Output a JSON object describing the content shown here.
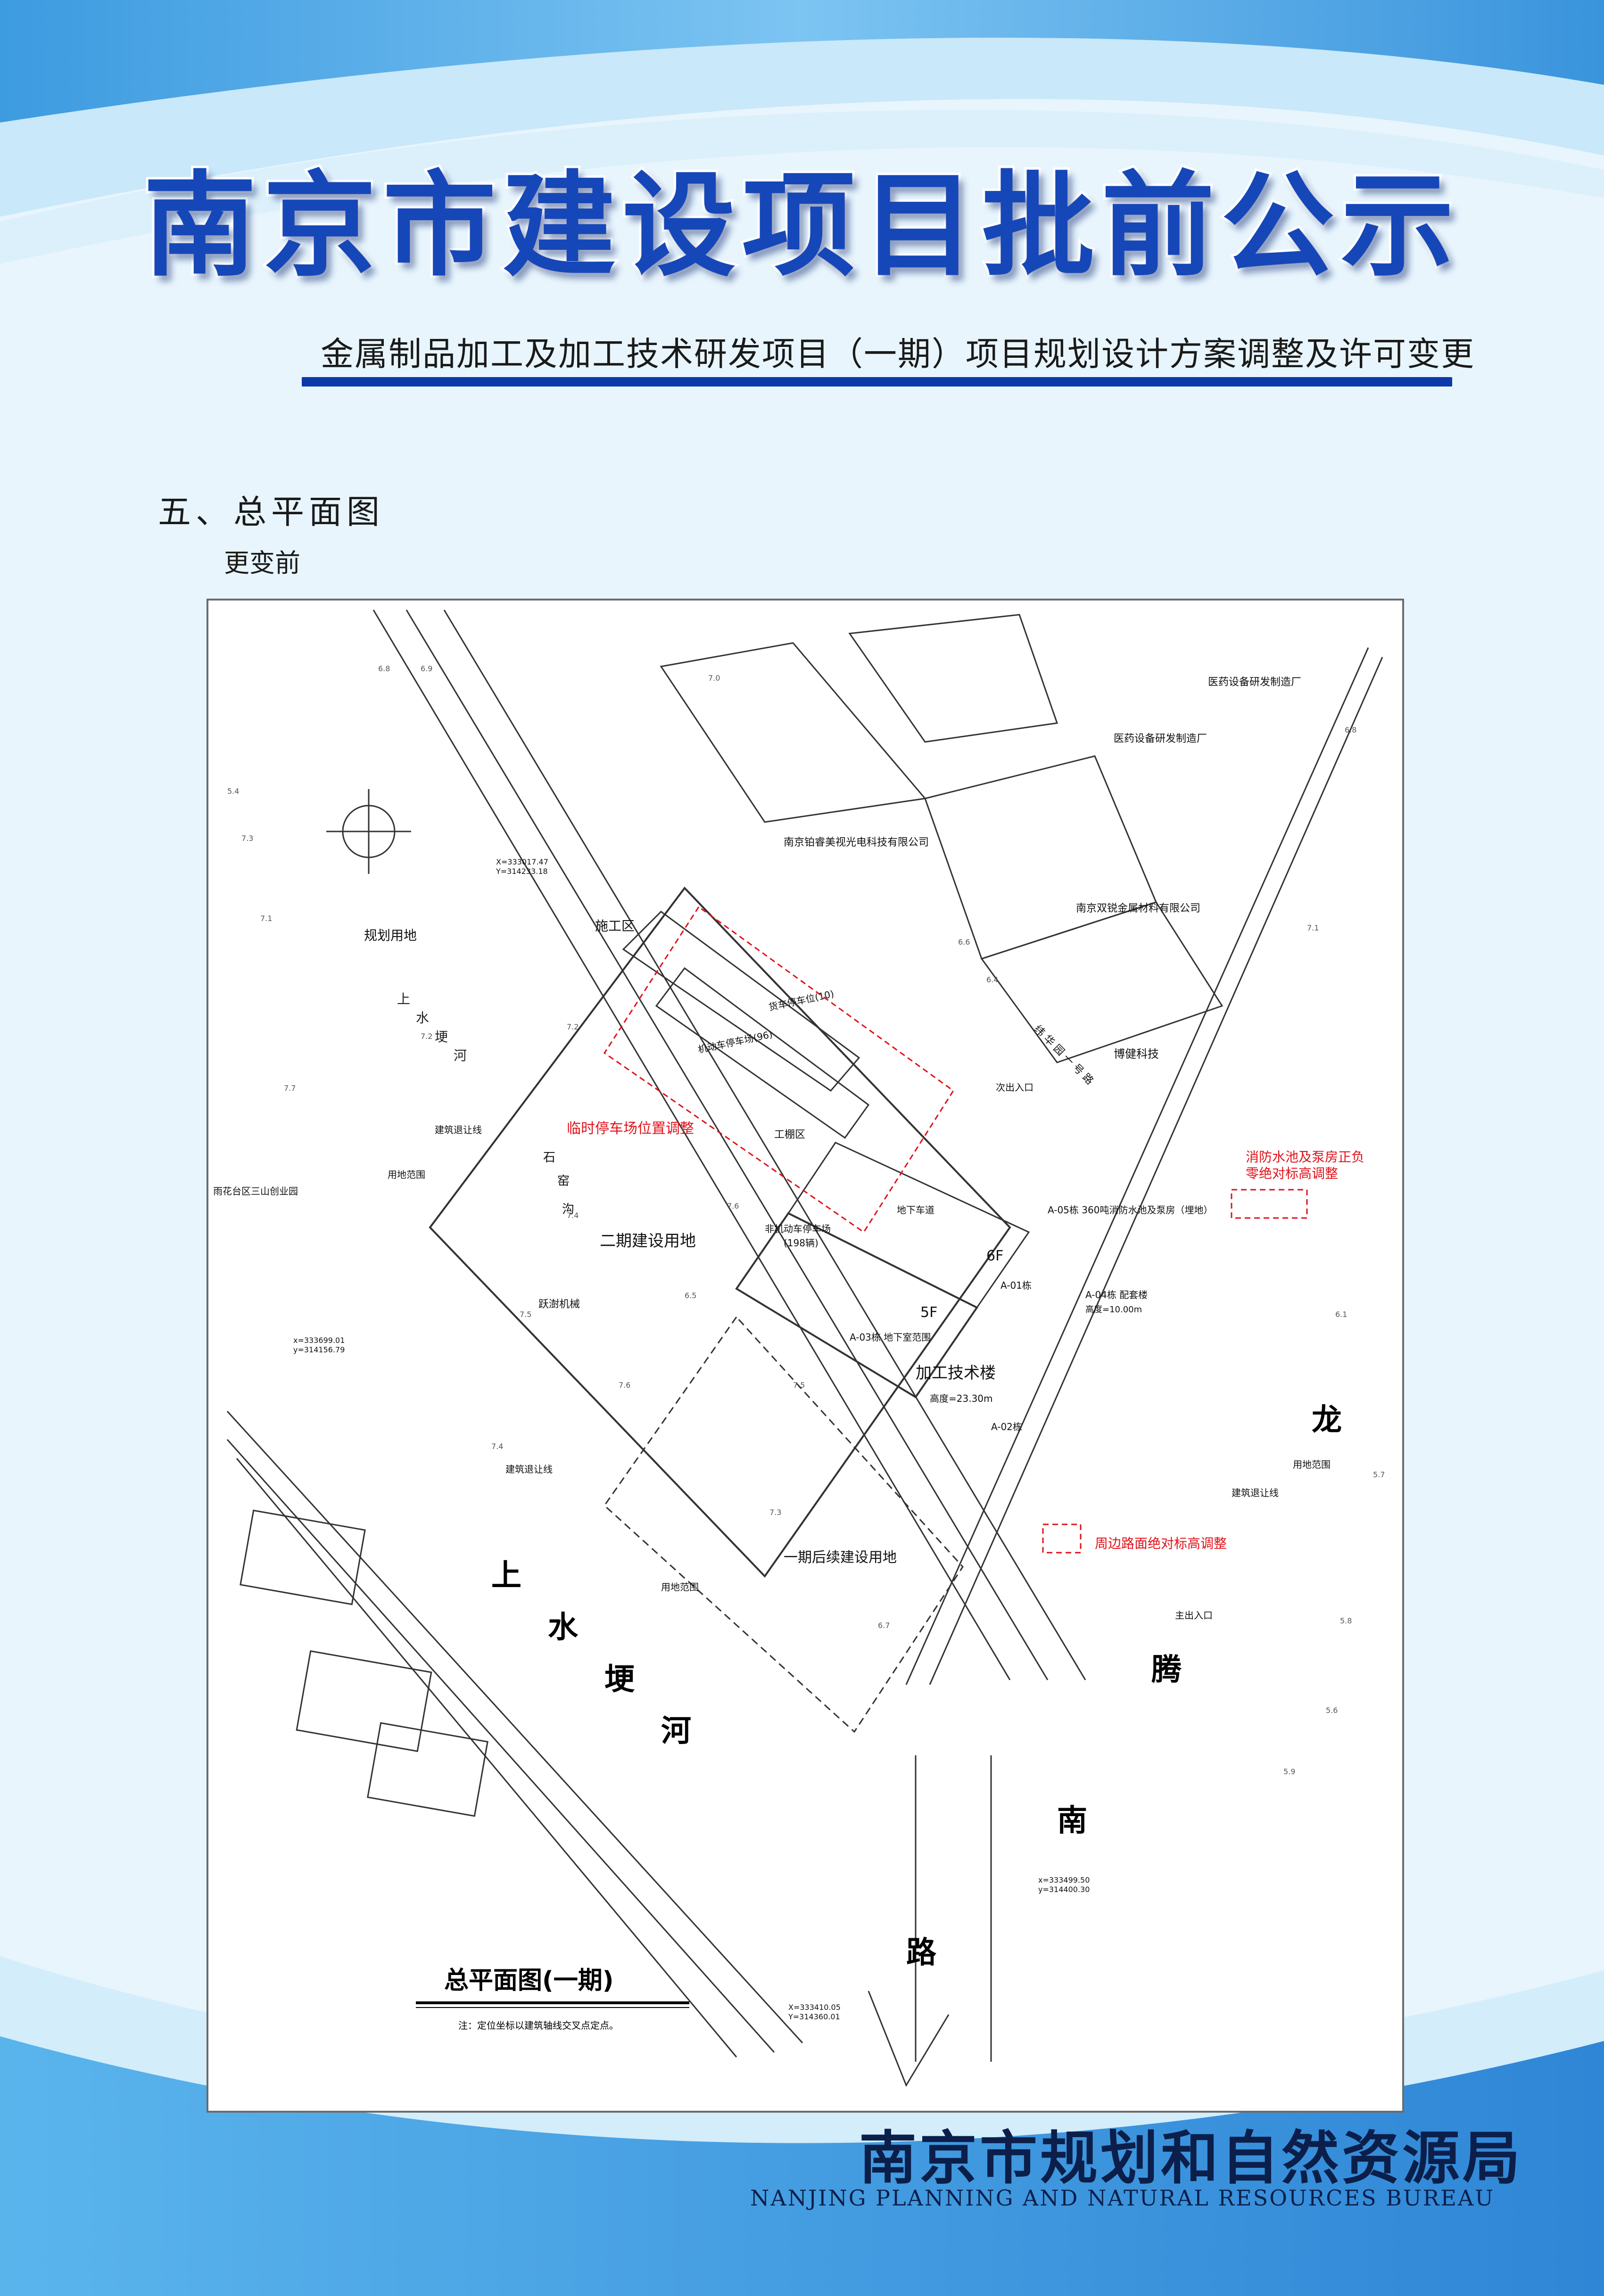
{
  "header": {
    "headline": "南京市建设项目批前公示",
    "project_title": "金属制品加工及加工技术研发项目（一期）项目规划设计方案调整及许可变更"
  },
  "section": {
    "title": "五、总平面图",
    "subtitle": "更变前"
  },
  "plan": {
    "drawing_title": "总平面图(一期)",
    "note": "注：定位坐标以建筑轴线交叉点定点。",
    "zones": {
      "planned_land": "规划用地",
      "phase2_land": "二期建设用地",
      "phase1_follow_land": "一期后续建设用地",
      "construction_area": "施工区",
      "work_area": "工棚区"
    },
    "buildings": {
      "main": "加工技术楼",
      "main_height": "高度=23.30m",
      "floors_6f": "6F",
      "floors_5f": "5F",
      "a01": "A-01栋",
      "a02": "A-02栋",
      "a03": "A-03栋 地下室范围",
      "a04": "A-04栋 配套楼",
      "a04_height": "高度=10.00m",
      "a05": "A-05栋  360吨消防水池及泵房（埋地）",
      "underground_entry": "地下车道",
      "main_entrance": "主出入口",
      "secondary_entrance": "次出入口"
    },
    "parking": {
      "truck": "货车停车位(10)",
      "car": "机动车停车场(96)",
      "bike": "非机动车停车场",
      "bike_count": "(198辆)"
    },
    "lines": {
      "setback": "建筑退让线",
      "boundary": "用地范围"
    },
    "neighbors": {
      "n1": "医药设备研发制造厂",
      "n2": "医药设备研发制造厂",
      "n3": "南京铂睿美视光电科技有限公司",
      "n4": "南京双锐金属材料有限公司",
      "n5": "博健科技",
      "n6": "雨花台区三山创业园",
      "n7": "跃澍机械",
      "n8": "石",
      "n9": "窑",
      "n10": "沟"
    },
    "river": {
      "small": [
        "上",
        "水",
        "埂",
        "河"
      ],
      "big": [
        "上",
        "水",
        "埂",
        "河"
      ]
    },
    "road_name": {
      "east": [
        "龙",
        "腾",
        "南",
        "路"
      ],
      "north": "纬 华 园 一 号 路"
    },
    "annotations": {
      "parking_move": "临时停车场位置调整",
      "pool_adjust_1": "消防水池及泵房正负",
      "pool_adjust_2": "零绝对标高调整",
      "road_adjust": "周边路面绝对标高调整"
    },
    "coords": {
      "c1a": "X=333017.47",
      "c1b": "Y=314233.18",
      "c2a": "x=333699.01",
      "c2b": "y=314156.79",
      "c3a": "x=333499.50",
      "c3b": "y=314400.30",
      "c4a": "X=333410.05",
      "c4b": "Y=314360.01"
    },
    "elevations": [
      "6.8",
      "6.9",
      "7.0",
      "7.1",
      "7.2",
      "7.3",
      "7.4",
      "7.5",
      "7.6",
      "6.5",
      "6.7",
      "7.7",
      "5.4",
      "5.6",
      "5.8",
      "7.3",
      "6.6",
      "7.1",
      "7.6",
      "7.5",
      "5.7",
      "6.4",
      "6.8",
      "7.2",
      "7.4",
      "5.9",
      "6.1"
    ]
  },
  "footer": {
    "department_cn": "南京市规划和自然资源局",
    "department_en": "NANJING PLANNING AND NATURAL RESOURCES BUREAU"
  },
  "colors": {
    "headline_blue": "#1547b8",
    "rule_blue": "#0b3aa8",
    "annotation_red": "#e0121a",
    "footer_navy": "#0b1f4a"
  }
}
